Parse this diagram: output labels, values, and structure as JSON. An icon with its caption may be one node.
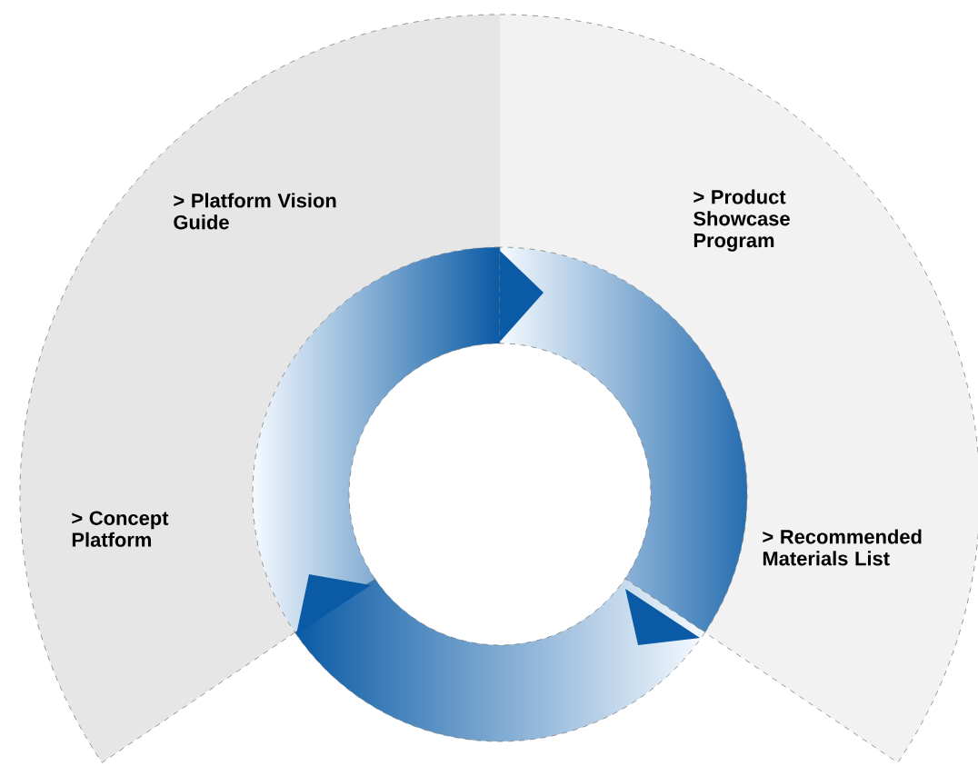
{
  "diagram": {
    "nodes": [
      {
        "text": [
          "> Platform Vision Guide"
        ]
      },
      {
        "text": [
          "> Product Showcase Program"
        ]
      },
      {
        "text": [
          "> Recommended Materials List"
        ]
      },
      {
        "text": [
          "> Concept Platform"
        ]
      }
    ]
  }
}
